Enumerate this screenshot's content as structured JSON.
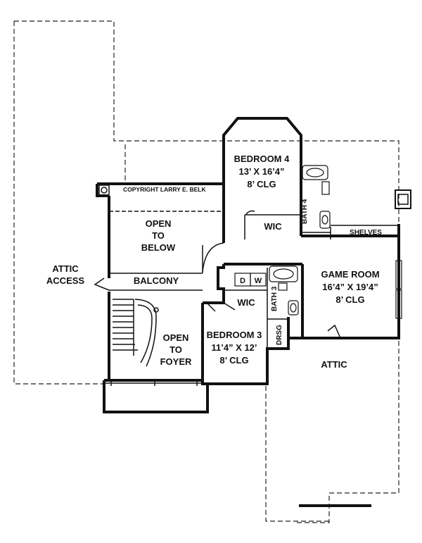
{
  "labels": {
    "copyright": "COPYRIGHT LARRY E. BELK",
    "bedroom4": {
      "name": "BEDROOM 4",
      "size": "13’ X 16’4”",
      "clg": "8’ CLG"
    },
    "bedroom3": {
      "name": "BEDROOM 3",
      "size": "11’4” X 12’",
      "clg": "8’ CLG"
    },
    "game_room": {
      "name": "GAME ROOM",
      "size": "16’4” X 19’4”",
      "clg": "8’ CLG"
    },
    "open_below": {
      "line1": "OPEN",
      "line2": "TO",
      "line3": "BELOW"
    },
    "open_foyer": {
      "line1": "OPEN",
      "line2": "TO",
      "line3": "FOYER"
    },
    "attic_access": {
      "line1": "ATTIC",
      "line2": "ACCESS"
    },
    "balcony": "BALCONY",
    "attic": "ATTIC",
    "wic_upper": "WIC",
    "wic_lower": "WIC",
    "bath4": "BATH 4",
    "bath3": "BATH 3",
    "shelves": "SHELVES",
    "drsg": "DRSG",
    "dryer": "D",
    "washer": "W"
  }
}
